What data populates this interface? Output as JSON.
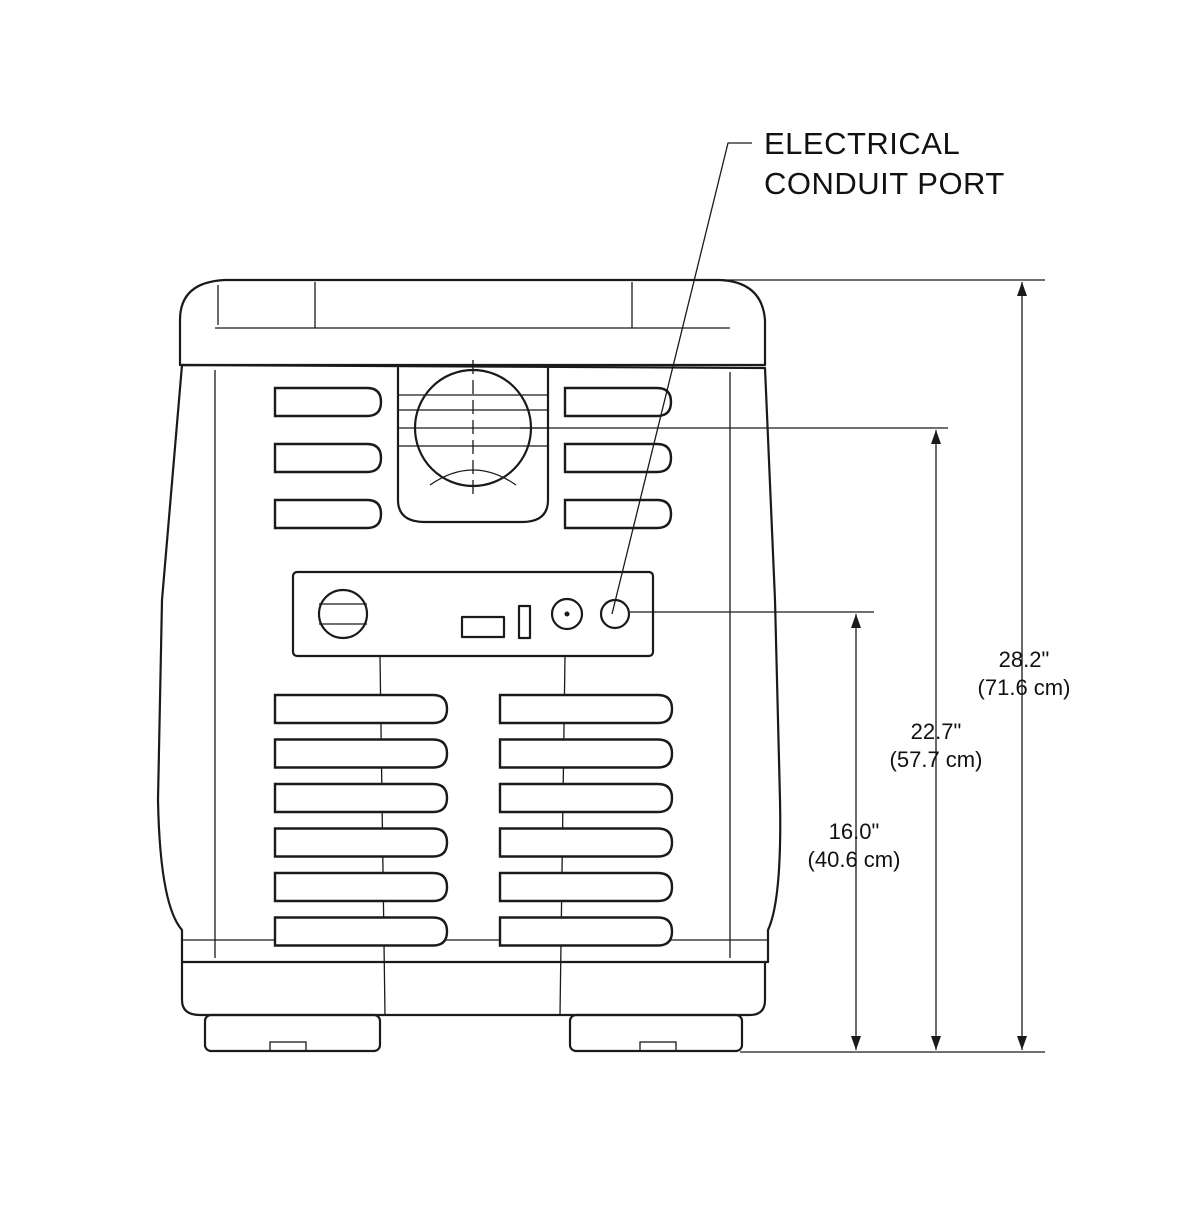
{
  "callout": {
    "line1": "ELECTRICAL",
    "line2": "CONDUIT PORT"
  },
  "dimensions": [
    {
      "imperial": "28.2\"",
      "metric": "(71.6 cm)"
    },
    {
      "imperial": "22.7\"",
      "metric": "(57.7 cm)"
    },
    {
      "imperial": "16.0\"",
      "metric": "(40.6 cm)"
    }
  ]
}
